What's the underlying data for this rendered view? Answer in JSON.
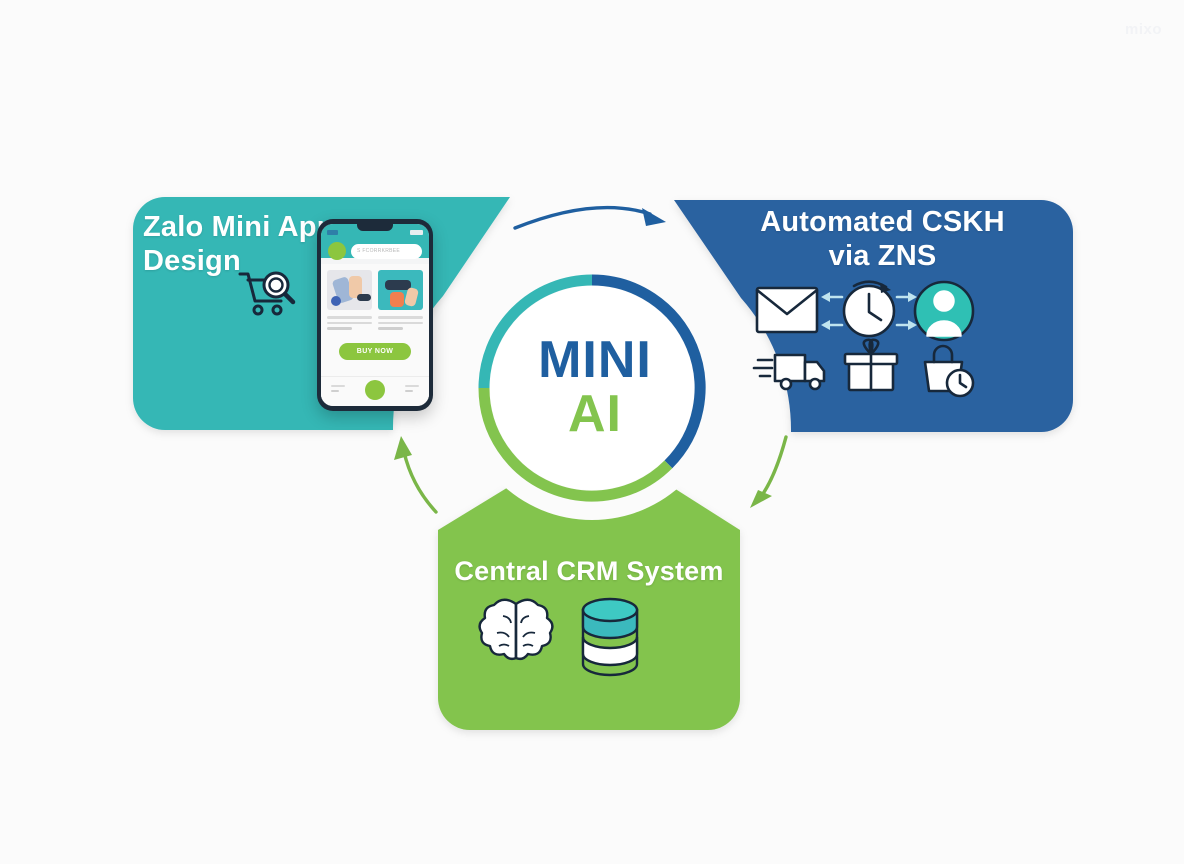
{
  "background_color": "#fbfbfb",
  "watermark": {
    "text": "mixo"
  },
  "center": {
    "name": "mini-ai-hub",
    "line1": "MINI",
    "line2": "AI",
    "ring_colors": {
      "teal": "#35b7b5",
      "blue": "#1f5fa0",
      "green": "#83c44e"
    }
  },
  "panels": [
    {
      "id": "zalo-mini-app",
      "title": "Zalo Mini App\nDesign",
      "color": "#35b7b5",
      "icons": [
        "shopping-cart-search-icon",
        "smartphone-mockup"
      ]
    },
    {
      "id": "automated-cskh",
      "title": "Automated CSKH\nvia ZNS",
      "color": "#2a62a0",
      "icons": [
        "envelope-icon",
        "clock-icon",
        "user-avatar-icon",
        "delivery-truck-icon",
        "gift-icon",
        "shopping-bag-clock-icon"
      ]
    },
    {
      "id": "central-crm",
      "title": "Central CRM System",
      "color": "#83c44e",
      "icons": [
        "brain-icon",
        "database-icon"
      ]
    }
  ],
  "arrows": [
    {
      "id": "arrow-left-to-right",
      "from": "zalo-mini-app",
      "to": "automated-cskh",
      "color": "#1f5fa0"
    },
    {
      "id": "arrow-right-to-bottom",
      "from": "automated-cskh",
      "to": "central-crm",
      "color": "#7ab648"
    },
    {
      "id": "arrow-bottom-to-left",
      "from": "central-crm",
      "to": "zalo-mini-app",
      "color": "#7ab648"
    }
  ],
  "phone": {
    "search_placeholder": "S FCORRKRBEE",
    "buy_button_label": "BUY NOW"
  }
}
